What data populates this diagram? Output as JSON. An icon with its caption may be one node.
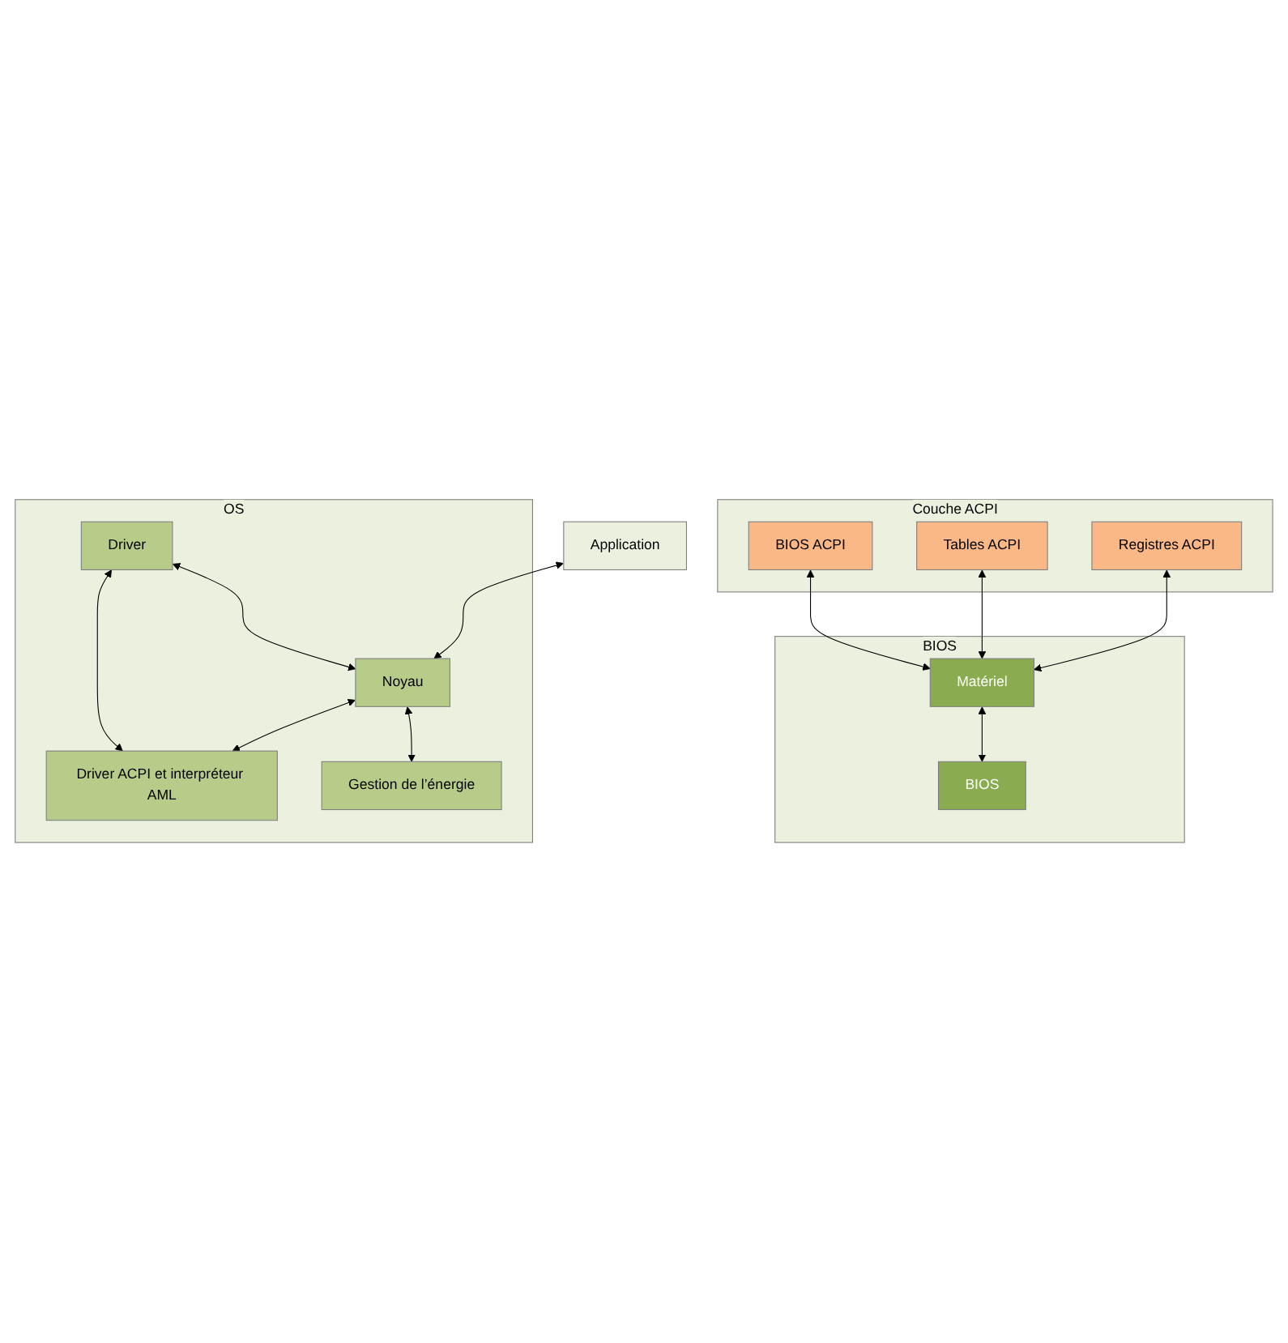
{
  "diagram": {
    "nodes": [
      {
        "text": [
          "Application"
        ]
      },
      {
        "text": [
          "OS"
        ]
      },
      {
        "text": [
          "Driver"
        ],
        "in": 1
      },
      {
        "text": [
          "Noyau"
        ],
        "in": 1
      },
      {
        "text": [
          "Gestion de l’énergie"
        ],
        "in": 1
      },
      {
        "text": [
          "Driver ACPI et interpréteur AML"
        ],
        "in": 1
      },
      {
        "text": [
          "Couche ACPI"
        ]
      },
      {
        "text": [
          "BIOS ACPI"
        ],
        "in": 6
      },
      {
        "text": [
          "Tables ACPI"
        ],
        "in": 6
      },
      {
        "text": [
          "Registres ACPI"
        ],
        "in": 6
      },
      {
        "text": [
          "BIOS"
        ]
      },
      {
        "text": [
          "Matériel"
        ],
        "in": 10
      },
      {
        "text": [
          "BIOS"
        ],
        "in": 10
      }
    ],
    "edges": [
      {
        "from": 0,
        "to": 3,
        "arrow": "both"
      },
      {
        "from": 2,
        "to": 3,
        "arrow": "both"
      },
      {
        "from": 3,
        "to": 4,
        "arrow": "both"
      },
      {
        "from": 2,
        "to": 5,
        "arrow": "both"
      },
      {
        "from": 3,
        "to": 5,
        "arrow": "both"
      },
      {
        "from": 7,
        "to": 11,
        "arrow": "both"
      },
      {
        "from": 8,
        "to": 11,
        "arrow": "both"
      },
      {
        "from": 9,
        "to": 11,
        "arrow": "both"
      },
      {
        "from": 11,
        "to": 12,
        "arrow": "both"
      }
    ]
  }
}
